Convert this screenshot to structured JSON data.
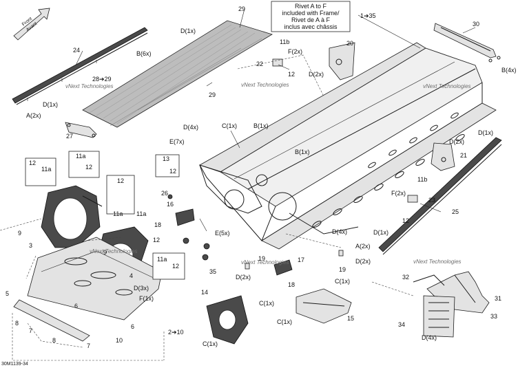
{
  "note": {
    "line1": "Rivet A to F",
    "line2": "included with Frame/",
    "line3": "Rivet de A à F",
    "line4": "inclus avec châssis"
  },
  "front_arrow": {
    "line1": "Front",
    "line2": "Avant"
  },
  "watermark": "vNext Technologies",
  "diagram_id": "30M1139-34",
  "labels": {
    "l_29_top": "29",
    "l_d1x_top": "D(1x)",
    "l_1to35": "1➔35",
    "l_30": "30",
    "l_b4x": "B(4x)",
    "l_24": "24",
    "l_b6x": "B(6x)",
    "l_11b_top": "11b",
    "l_f2x_top": "F(2x)",
    "l_22": "22",
    "l_12_top": "12",
    "l_20": "20",
    "l_d2x_top": "D(2x)",
    "l_28to29": "28➔29",
    "l_29_mid": "29",
    "l_d1x_left": "D(1x)",
    "l_a2x_left": "A(2x)",
    "l_27": "27",
    "l_d4x_mid": "D(4x)",
    "l_c1x_mid": "C(1x)",
    "l_b1x_mid1": "B(1x)",
    "l_e7x": "E(7x)",
    "l_b1x_mid2": "B(1x)",
    "l_d1x_right": "D(1x)",
    "l_d2x_right": "D(2x)",
    "l_21": "21",
    "l_13": "13",
    "l_12_box": "12",
    "l_11b_right": "11b",
    "l_f2x_right": "F(2x)",
    "l_23": "23",
    "l_12_right": "12",
    "l_25": "25",
    "l_26": "26",
    "l_16": "16",
    "l_18_a": "18",
    "l_e5x": "E(5x)",
    "l_d4x_lower": "D(4x)",
    "l_d1x_lower": "D(1x)",
    "l_a2x_right": "A(2x)",
    "l_d2x_lower": "D(2x)",
    "l_19_a": "19",
    "l_19_b": "19",
    "l_d2x_bot": "D(2x)",
    "l_17": "17",
    "l_18_b": "18",
    "l_35": "35",
    "l_12_box1": "12",
    "l_11a_box1": "11a",
    "l_11a_box2": "11a",
    "l_12_box2": "12",
    "l_12_box3": "12",
    "l_11a_mid": "11a",
    "l_11a_right": "11a",
    "l_9_left": "9",
    "l_3": "3",
    "l_12_left": "12",
    "l_9_mid": "9",
    "l_11a_box4": "11a",
    "l_12_box4": "12",
    "l_4": "4",
    "l_d3x": "D(3x)",
    "l_f1x": "F(1x)",
    "l_5": "5",
    "l_6_a": "6",
    "l_8_a": "8",
    "l_7_a": "7",
    "l_6_b": "6",
    "l_8_b": "8",
    "l_7_b": "7",
    "l_10": "10",
    "l_2to10": "2➔10",
    "l_14": "14",
    "l_c1x_bot1": "C(1x)",
    "l_c1x_bot2": "C(1x)",
    "l_c1x_bot3": "C(1x)",
    "l_15": "15",
    "l_c1x_bot4": "C(1x)",
    "l_32": "32",
    "l_31": "31",
    "l_34": "34",
    "l_33": "33",
    "l_d4x_bot": "D(4x)"
  }
}
